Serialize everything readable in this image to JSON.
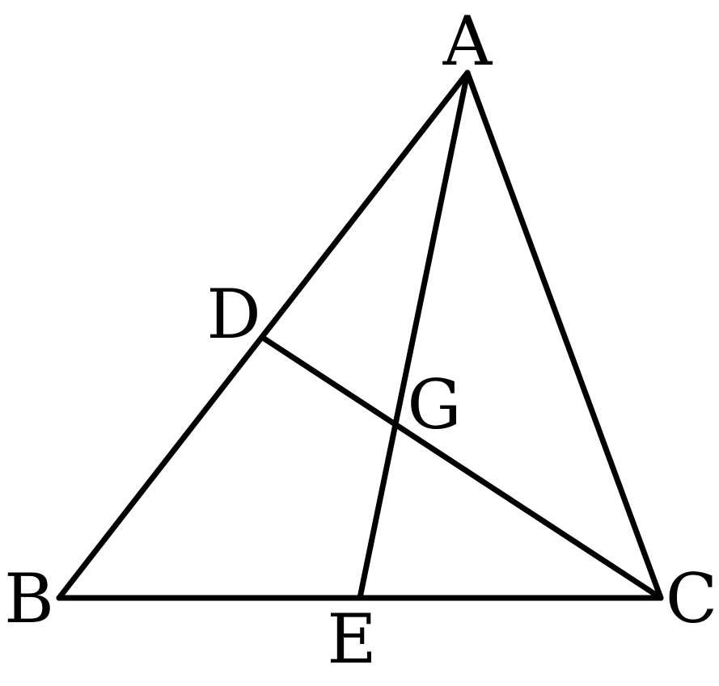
{
  "diagram": {
    "stroke_color": "#000000",
    "background": "#ffffff",
    "points": {
      "A": "A",
      "B": "B",
      "C": "C",
      "D": "D",
      "E": "E",
      "G": "G"
    },
    "segments": [
      [
        "A",
        "B"
      ],
      [
        "B",
        "C"
      ],
      [
        "C",
        "A"
      ],
      [
        "A",
        "E"
      ],
      [
        "C",
        "D"
      ]
    ]
  }
}
